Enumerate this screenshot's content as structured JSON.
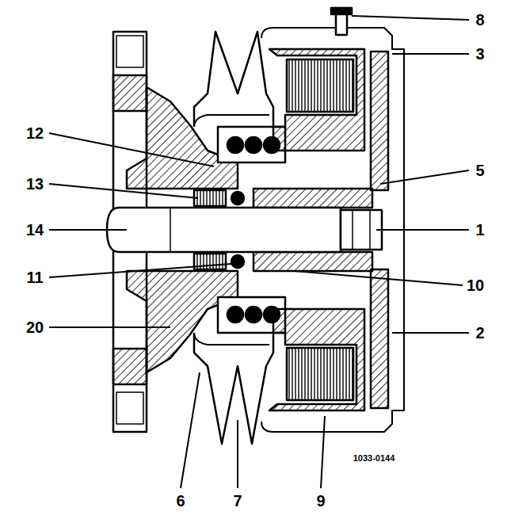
{
  "diagram": {
    "labels": [
      "8",
      "3",
      "12",
      "5",
      "13",
      "14",
      "1",
      "11",
      "10",
      "20",
      "2",
      "6",
      "7",
      "9",
      "1033-0144"
    ]
  }
}
